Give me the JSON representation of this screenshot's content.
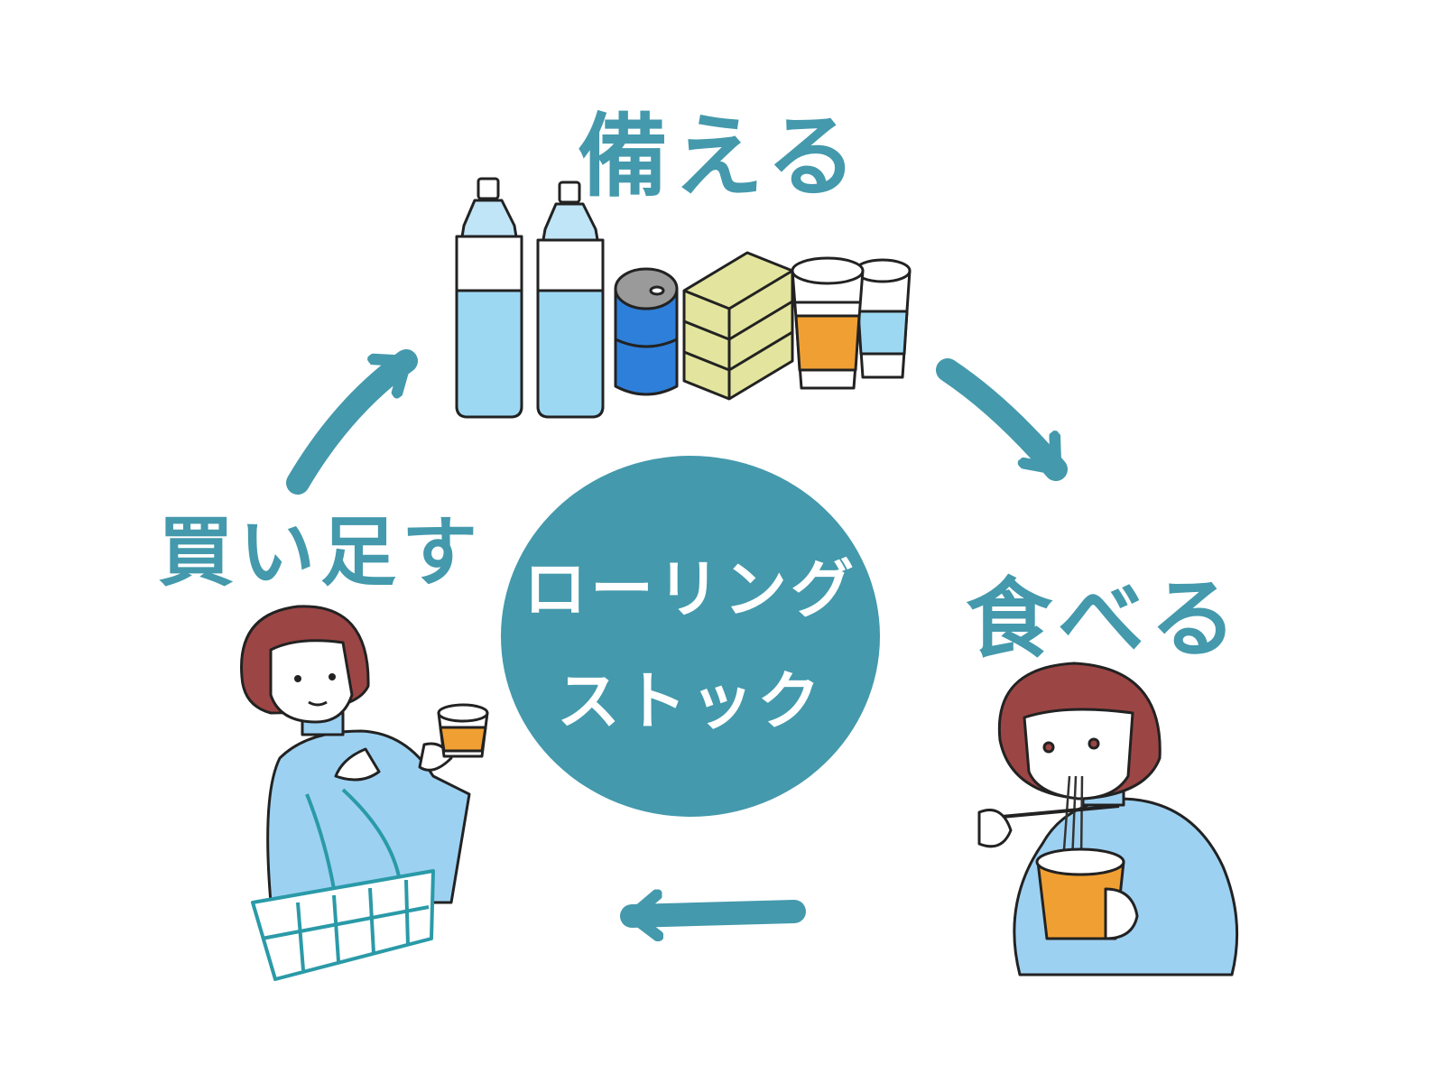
{
  "labels": {
    "prepare": "備える",
    "eat": "食べる",
    "buy_more": "買い足す"
  },
  "center": {
    "line1": "ローリング",
    "line2": "ストック"
  },
  "colors": {
    "accent": "#4499ac",
    "water": "#9dd8f3",
    "can": "#2e7fd9",
    "box": "#e3e59e",
    "juice": "#f0a032",
    "hair": "#9c4545",
    "shirt": "#9dd1f2",
    "basket": "#2a9aa8"
  },
  "icons": [
    "water-bottle-icon",
    "canned-food-icon",
    "food-box-icon",
    "cup-icon",
    "arrow-icon"
  ]
}
